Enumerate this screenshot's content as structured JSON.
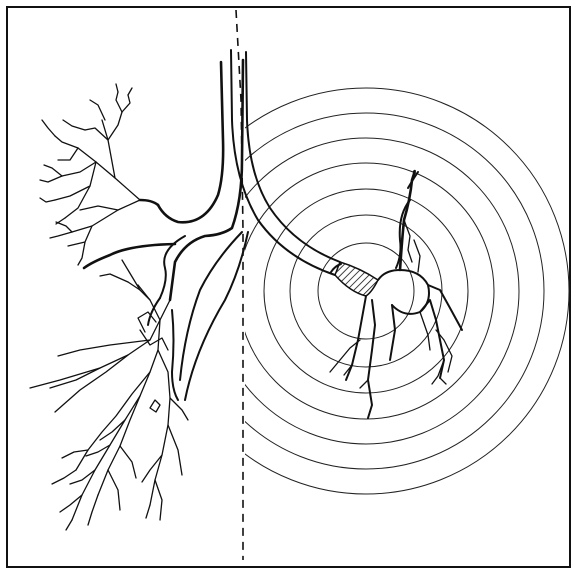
{
  "figure": {
    "description_visible_text": "",
    "colors": {
      "line": "#111111",
      "background": "#ffffff",
      "hatch": "#111111"
    },
    "elements": {
      "frame": "border",
      "midline": "dashed-vertical-line",
      "trachea": "airway-trunk",
      "bronchi": "branching-airway-tree",
      "catheter": "curved-tube-with-hatched-tip",
      "rings": "concentric-circles",
      "lesion": "irregular-mass-with-vessels"
    },
    "ring_count": 7
  }
}
